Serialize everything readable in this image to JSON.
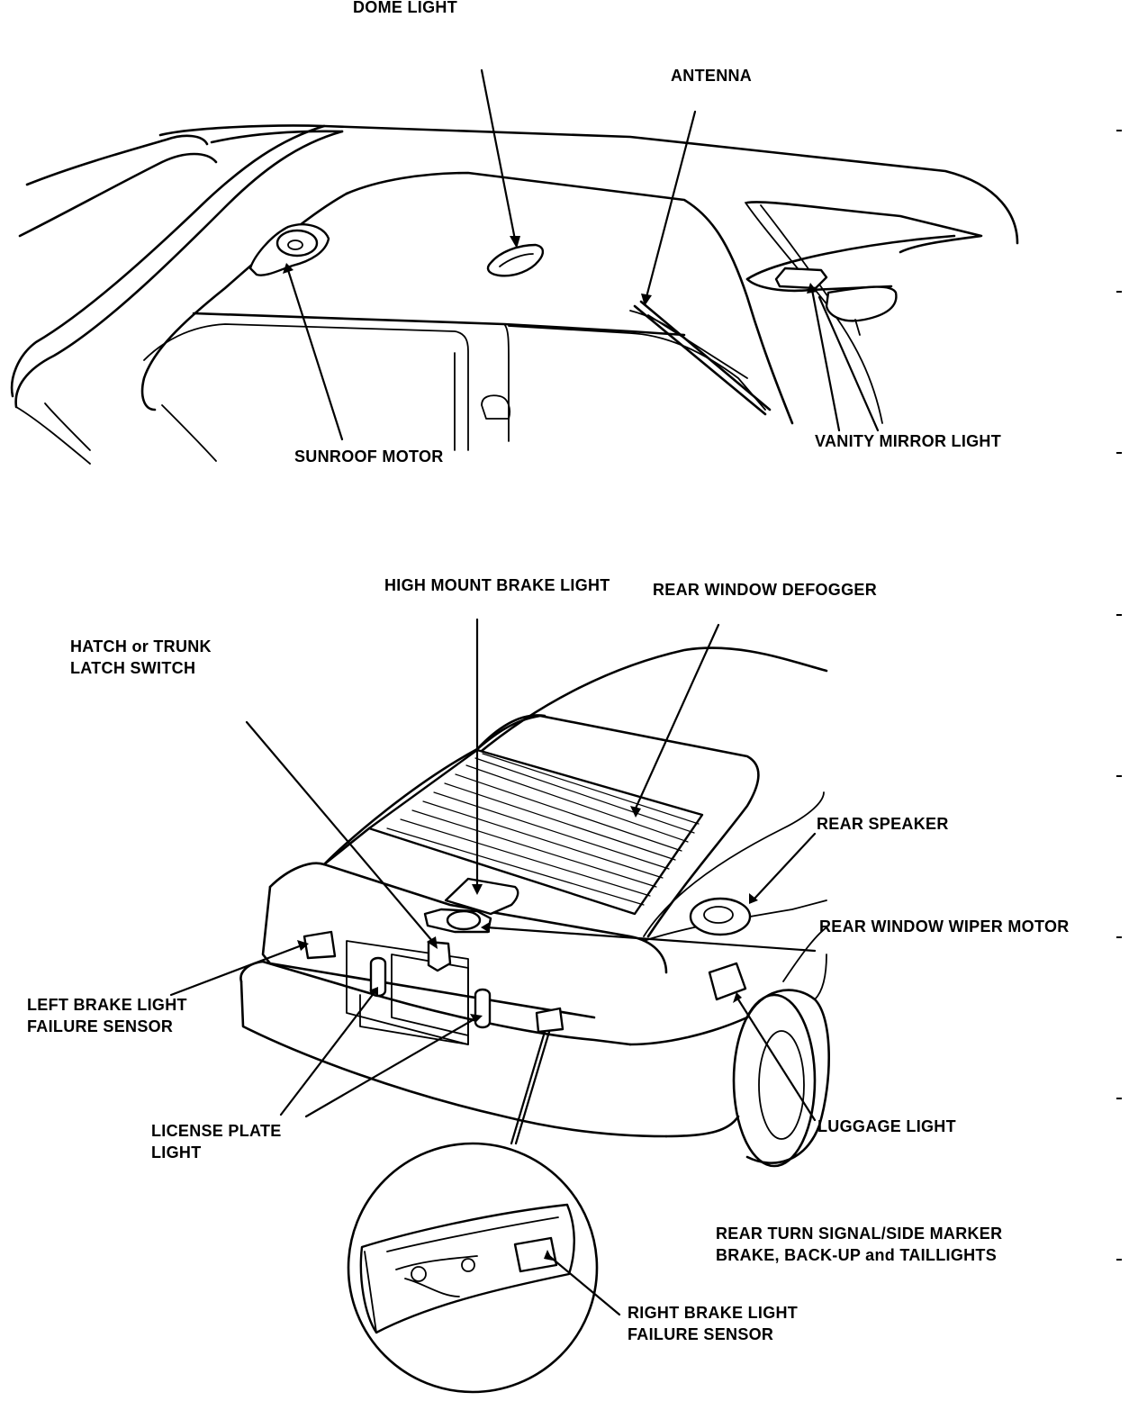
{
  "labels": {
    "dome_light": "DOME LIGHT",
    "antenna": "ANTENNA",
    "sunroof_motor": "SUNROOF MOTOR",
    "vanity_mirror_light": "VANITY MIRROR LIGHT",
    "high_mount_brake_light": "HIGH MOUNT BRAKE LIGHT",
    "rear_window_defogger": "REAR WINDOW DEFOGGER",
    "hatch_trunk_switch": [
      "HATCH or TRUNK",
      "LATCH SWITCH"
    ],
    "rear_speaker": "REAR SPEAKER",
    "rear_window_wiper_motor": "REAR WINDOW WIPER MOTOR",
    "left_brake_light_sensor": [
      "LEFT BRAKE LIGHT",
      "FAILURE SENSOR"
    ],
    "license_plate_light": [
      "LICENSE PLATE",
      "LIGHT"
    ],
    "luggage_light": "LUGGAGE LIGHT",
    "rear_lights": [
      "REAR TURN SIGNAL/SIDE MARKER",
      "BRAKE, BACK-UP and TAILLIGHTS"
    ],
    "right_brake_light_sensor": [
      "RIGHT BRAKE LIGHT",
      "FAILURE SENSOR"
    ]
  },
  "colors": {
    "ink": "#000000",
    "paper": "#ffffff"
  }
}
